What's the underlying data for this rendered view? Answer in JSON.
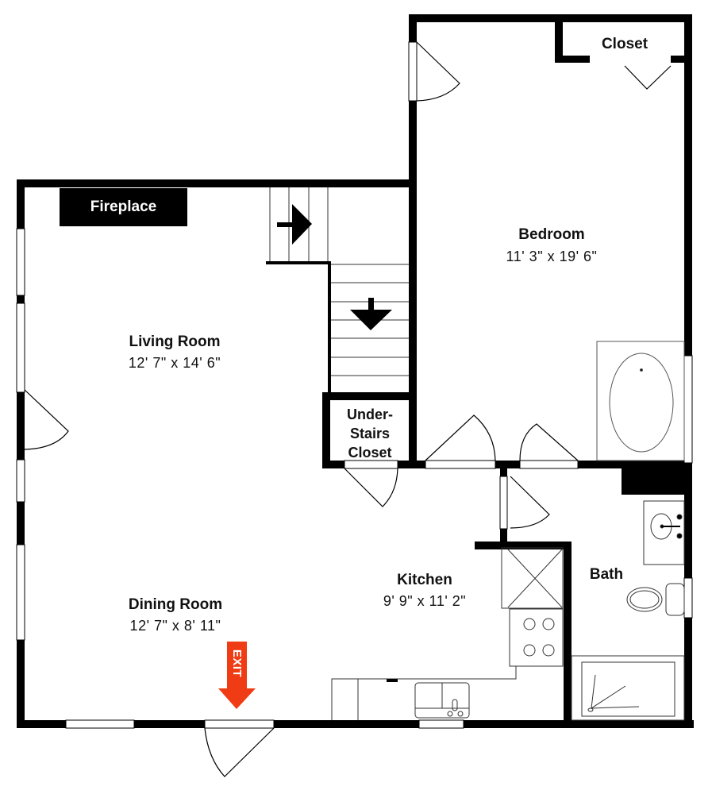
{
  "plan": {
    "fireplace": "Fireplace",
    "exit_label": "EXIT",
    "exit_color": "#f03c14",
    "wall_color": "#000000"
  },
  "rooms": {
    "living_room": {
      "name": "Living Room",
      "dims": "12' 7\" x 14' 6\""
    },
    "dining_room": {
      "name": "Dining Room",
      "dims": "12' 7\" x 8' 11\""
    },
    "kitchen": {
      "name": "Kitchen",
      "dims": "9' 9\" x 11' 2\""
    },
    "bedroom": {
      "name": "Bedroom",
      "dims": "11' 3\" x 19' 6\""
    },
    "bath": {
      "name": "Bath"
    },
    "closet": {
      "name": "Closet"
    },
    "under_stairs_closet": {
      "line1": "Under-",
      "line2": "Stairs",
      "line3": "Closet"
    }
  }
}
